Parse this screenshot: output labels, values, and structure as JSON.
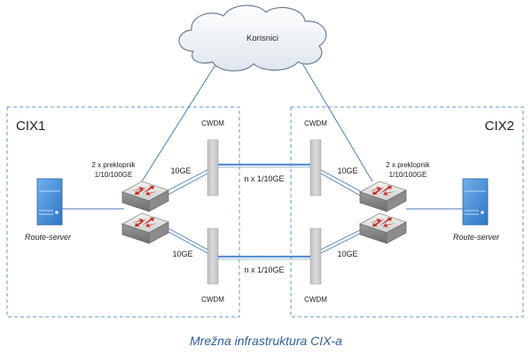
{
  "cloud": {
    "label": "Korisnici"
  },
  "sites": [
    {
      "name": "CIX1",
      "switch_label_line1": "2 x preklopnik",
      "switch_label_line2": "1/10/100GE",
      "server_label": "Route-server"
    },
    {
      "name": "CIX2",
      "switch_label_line1": "2 x preklopnik",
      "switch_label_line2": "1/10/100GE",
      "server_label": "Route-server"
    }
  ],
  "links": {
    "cwdm_label": "CWDM",
    "uplink_label": "10GE",
    "trunk_label": "n x 1/10GE"
  },
  "caption": "Mrežna infrastruktura CIX-a",
  "colors": {
    "box_border": "#5b9bd5",
    "cloud_line": "#4a7eb8",
    "trunk_line": "#5b8fd0",
    "cwdm_bar": "#c8c8c8",
    "server": "#4a8fd6",
    "switch_arrow": "#c0392b",
    "caption": "#2f5f9f"
  }
}
